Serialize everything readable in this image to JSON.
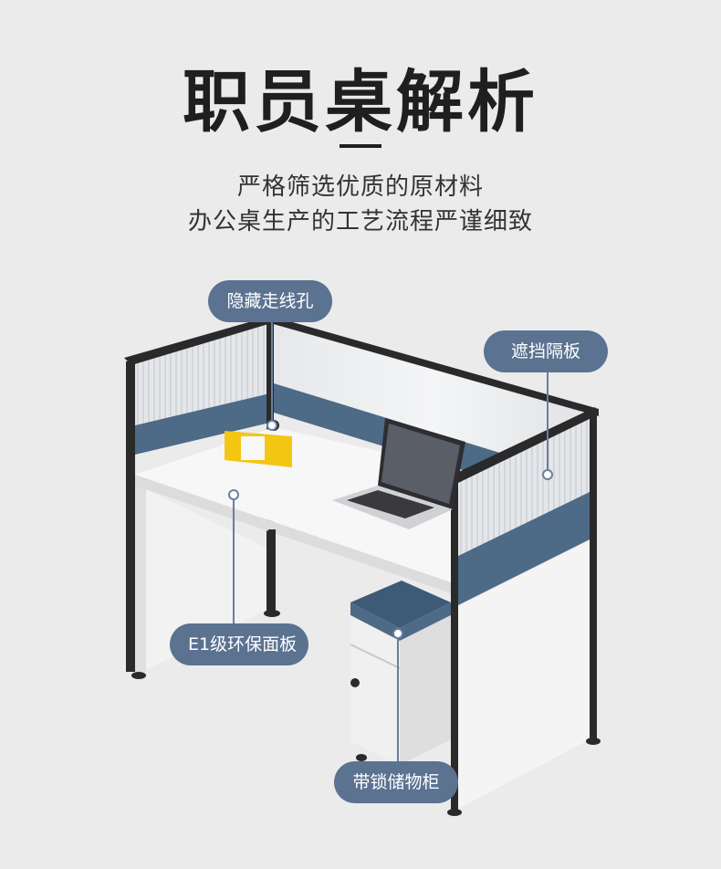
{
  "header": {
    "title": "职员桌解析",
    "subtitle_line1": "严格筛选优质的原材料",
    "subtitle_line2": "办公桌生产的工艺流程严谨细致"
  },
  "callouts": {
    "cable_hole": "隐藏走线孔",
    "partition": "遮挡隔板",
    "desktop": "E1级环保面板",
    "cabinet": "带锁储物柜"
  },
  "colors": {
    "background": "#ebebeb",
    "tag_fill": "#5b7291",
    "panel_blue": "#4d6a86",
    "frame": "#2a2a2a"
  }
}
